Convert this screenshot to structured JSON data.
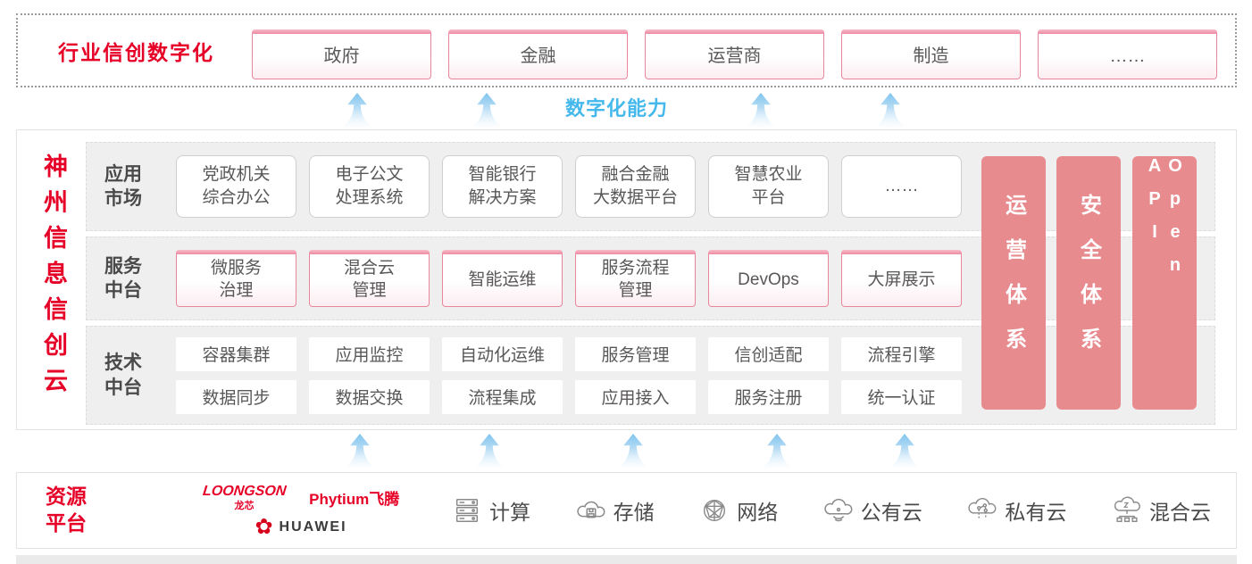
{
  "colors": {
    "accent_red": "#e60027",
    "bar_salmon": "#e88b8e",
    "pink_border": "#e8879b",
    "capability_blue": "#45b8ec",
    "row_background": "#efeff0",
    "box_text": "#595757"
  },
  "top_section": {
    "label": "行业信创数字化",
    "boxes": [
      "政府",
      "金融",
      "运营商",
      "制造",
      "……"
    ]
  },
  "capability_label": "数字化能力",
  "main": {
    "vertical_title": "神州信息信创云",
    "rows": [
      {
        "label_lines": [
          "应用",
          "市场"
        ],
        "boxes": [
          [
            "党政机关",
            "综合办公"
          ],
          [
            "电子公文",
            "处理系统"
          ],
          [
            "智能银行",
            "解决方案"
          ],
          [
            "融合金融",
            "大数据平台"
          ],
          [
            "智慧农业",
            "平台"
          ],
          [
            "……",
            ""
          ]
        ]
      },
      {
        "label_lines": [
          "服务",
          "中台"
        ],
        "boxes": [
          [
            "微服务",
            "治理"
          ],
          [
            "混合云",
            "管理"
          ],
          [
            "智能运维",
            ""
          ],
          [
            "服务流程",
            "管理"
          ],
          [
            "DevOps",
            ""
          ],
          [
            "大屏展示",
            ""
          ]
        ]
      },
      {
        "label_lines": [
          "技术",
          "中台"
        ],
        "grid": [
          [
            "容器集群",
            "应用监控",
            "自动化运维",
            "服务管理",
            "信创适配",
            "流程引擎"
          ],
          [
            "数据同步",
            "数据交换",
            "流程集成",
            "应用接入",
            "服务注册",
            "统一认证"
          ]
        ]
      }
    ],
    "side_bars": [
      "运营体系",
      "安全体系",
      "Open API"
    ]
  },
  "bottom": {
    "label_lines": [
      "资源",
      "平台"
    ],
    "vendors": {
      "loongson_en": "LOONGSON",
      "loongson_cn": "龙芯",
      "phytium": "Phytium飞腾",
      "huawei_flower_glyph": "✿",
      "huawei": "HUAWEI"
    },
    "resources": [
      {
        "icon": "server-icon",
        "label": "计算"
      },
      {
        "icon": "cloud-storage-icon",
        "label": "存储"
      },
      {
        "icon": "network-globe-icon",
        "label": "网络"
      },
      {
        "icon": "public-cloud-icon",
        "label": "公有云"
      },
      {
        "icon": "private-cloud-icon",
        "label": "私有云"
      },
      {
        "icon": "hybrid-cloud-icon",
        "label": "混合云"
      }
    ]
  }
}
